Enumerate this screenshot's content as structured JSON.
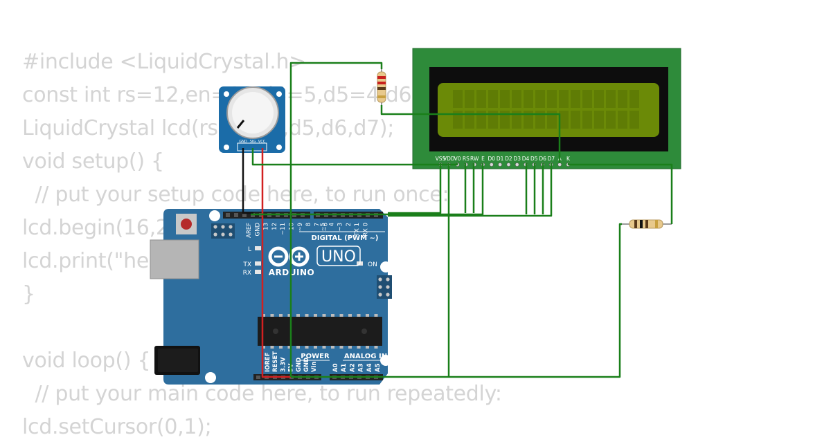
{
  "code": {
    "lines": [
      "#include <LiquidCrystal.h>",
      "const int rs=12,en=11,d4=5,d5=4,d6=3,d7=2;",
      "LiquidCrystal lcd(rs,en,d4,d5,d6,d7);",
      "void setup() {",
      "  // put your setup code here, to run once:",
      "lcd.begin(16,2);",
      "lcd.print(\"hello\");",
      "}",
      "",
      "void loop() {",
      "  // put your main code here, to run repeatedly:",
      "lcd.setCursor(0,1);"
    ]
  },
  "arduino": {
    "brand": "ARDUINO",
    "model": "UNO",
    "digital_header_label": "DIGITAL (PWM ~)",
    "power_label": "POWER",
    "analog_label": "ANALOG IN",
    "on_label": "ON",
    "led_l": "L",
    "led_tx": "TX",
    "led_rx": "RX",
    "digital_pins": [
      "AREF",
      "GND",
      "13",
      "12",
      "~11",
      "~10",
      "~9",
      "8",
      "7",
      "~6",
      "~5",
      "4",
      "~3",
      "2",
      "TX 1",
      "RX 0"
    ],
    "power_pins": [
      "IOREF",
      "RESET",
      "3.3V",
      "5V",
      "GND",
      "GND",
      "Vin"
    ],
    "analog_pins": [
      "A0",
      "A1",
      "A2",
      "A3",
      "A4",
      "A5"
    ]
  },
  "potentiometer": {
    "pins": [
      "GND",
      "SIG",
      "VCC"
    ]
  },
  "lcd": {
    "pins": [
      "VSS",
      "VDD",
      "V0",
      "RS",
      "RW",
      "E",
      "D0",
      "D1",
      "D2",
      "D3",
      "D4",
      "D5",
      "D6",
      "D7",
      "A",
      "K"
    ]
  },
  "colors": {
    "board_blue": "#2e6e9e",
    "wire_green": "#1a7f1a",
    "wire_red": "#d22020",
    "wire_black": "#111111",
    "lcd_pcb": "#2e8b3a",
    "lcd_screen": "#6b8a07",
    "code_text": "#d4d4d4"
  }
}
